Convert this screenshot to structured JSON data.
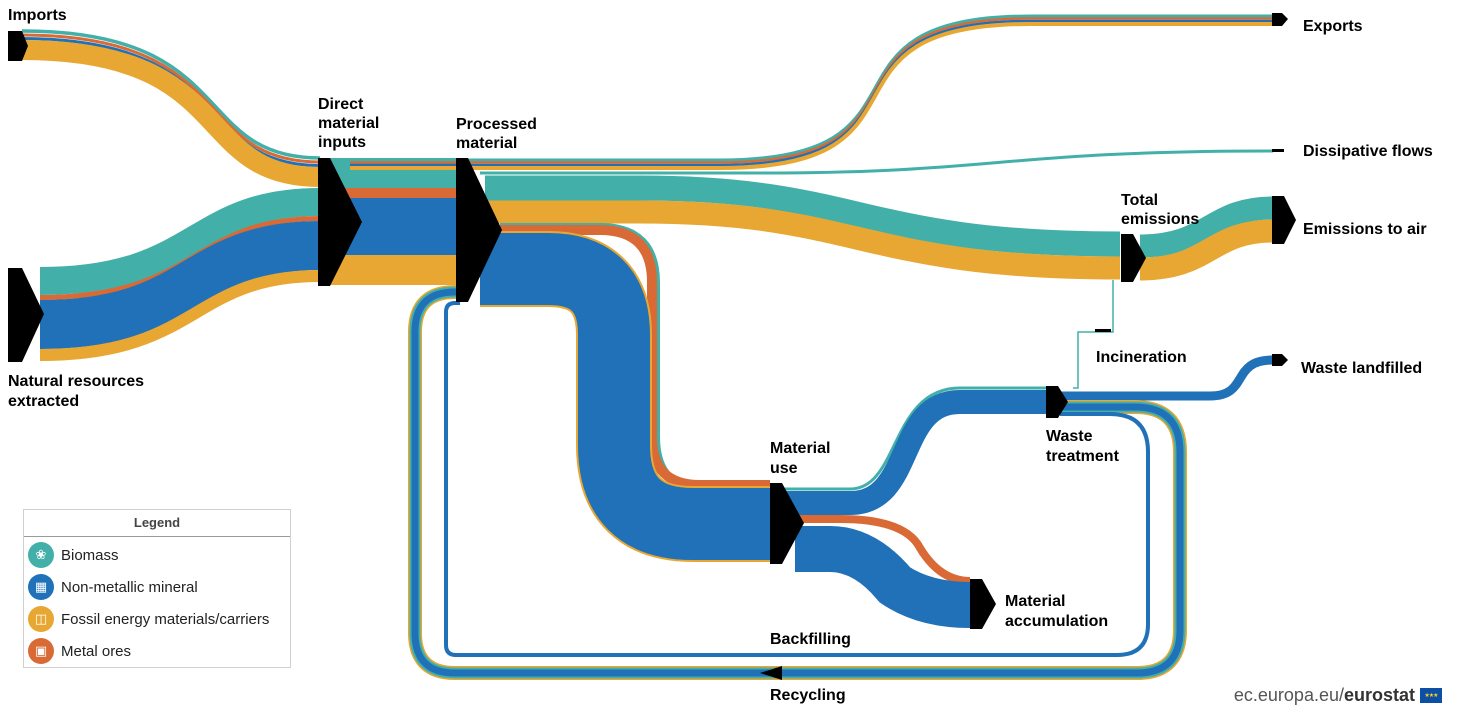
{
  "nodes": {
    "imports": "Imports",
    "natural_resources": [
      "Natural resources",
      "extracted"
    ],
    "direct_material_inputs": [
      "Direct",
      "material",
      "inputs"
    ],
    "processed_material": [
      "Processed",
      "material"
    ],
    "exports": "Exports",
    "dissipative_flows": "Dissipative flows",
    "total_emissions": [
      "Total",
      "emissions"
    ],
    "emissions_to_air": "Emissions to air",
    "incineration": "Incineration",
    "waste_landfilled": "Waste landfilled",
    "material_use": [
      "Material",
      "use"
    ],
    "waste_treatment": [
      "Waste",
      "treatment"
    ],
    "material_accumulation": [
      "Material",
      "accumulation"
    ],
    "backfilling": "Backfilling",
    "recycling": "Recycling"
  },
  "legend": {
    "title": "Legend",
    "items": [
      {
        "label": "Biomass",
        "color": "#42b0a9",
        "icon": "tree-icon"
      },
      {
        "label": "Non-metallic mineral",
        "color": "#2071b8",
        "icon": "bricks-icon"
      },
      {
        "label": "Fossil energy materials/carriers",
        "color": "#e8a732",
        "icon": "fuel-barrel-icon"
      },
      {
        "label": "Metal ores",
        "color": "#d96a35",
        "icon": "mine-cart-icon"
      }
    ]
  },
  "colors": {
    "biomass": "#42b0a9",
    "mineral": "#2071b8",
    "fossil": "#e8a732",
    "metal": "#d96a35",
    "node": "#000000"
  },
  "credit": {
    "domain": "ec.europa.eu/",
    "brand": "eurostat"
  }
}
